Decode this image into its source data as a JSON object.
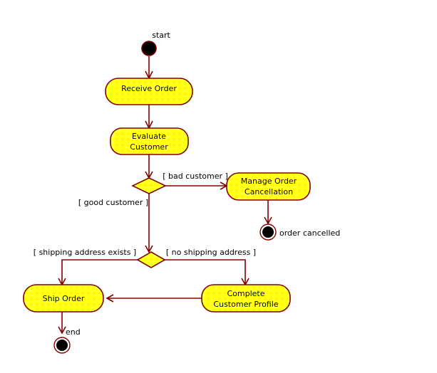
{
  "diagram": {
    "type": "uml-activity-diagram",
    "background_color": "#ffffff",
    "stroke_color": "#800000",
    "fill_color": "#ffffaa",
    "fill_pattern": "dotted-yellow",
    "text_color": "#000000",
    "terminal_fill": "#000000"
  },
  "annotations": {
    "start": "start",
    "end": "end",
    "order_cancelled": "order cancelled"
  },
  "nodes": {
    "start_node": {
      "name": "start-node",
      "shape": "initial-node"
    },
    "receive_order": {
      "label": "Receive Order",
      "shape": "activity"
    },
    "evaluate_customer": {
      "line1": "Evaluate",
      "line2": "Customer",
      "shape": "activity"
    },
    "decision_customer": {
      "name": "decision-customer",
      "shape": "decision"
    },
    "manage_order_cancellation": {
      "line1": "Manage Order",
      "line2": "Cancellation",
      "shape": "activity"
    },
    "end_cancelled": {
      "name": "end-node-cancelled",
      "shape": "final-node"
    },
    "decision_shipping": {
      "name": "decision-shipping",
      "shape": "decision"
    },
    "ship_order": {
      "label": "Ship Order",
      "shape": "activity"
    },
    "complete_customer_profile": {
      "line1": "Complete",
      "line2": "Customer Profile",
      "shape": "activity"
    },
    "end_node": {
      "name": "end-node",
      "shape": "final-node"
    }
  },
  "edges": {
    "bad_customer": "[ bad customer ]",
    "good_customer": "[ good customer ]",
    "shipping_address_exists": "[ shipping address exists ]",
    "no_shipping_address": "[ no shipping address ]"
  }
}
